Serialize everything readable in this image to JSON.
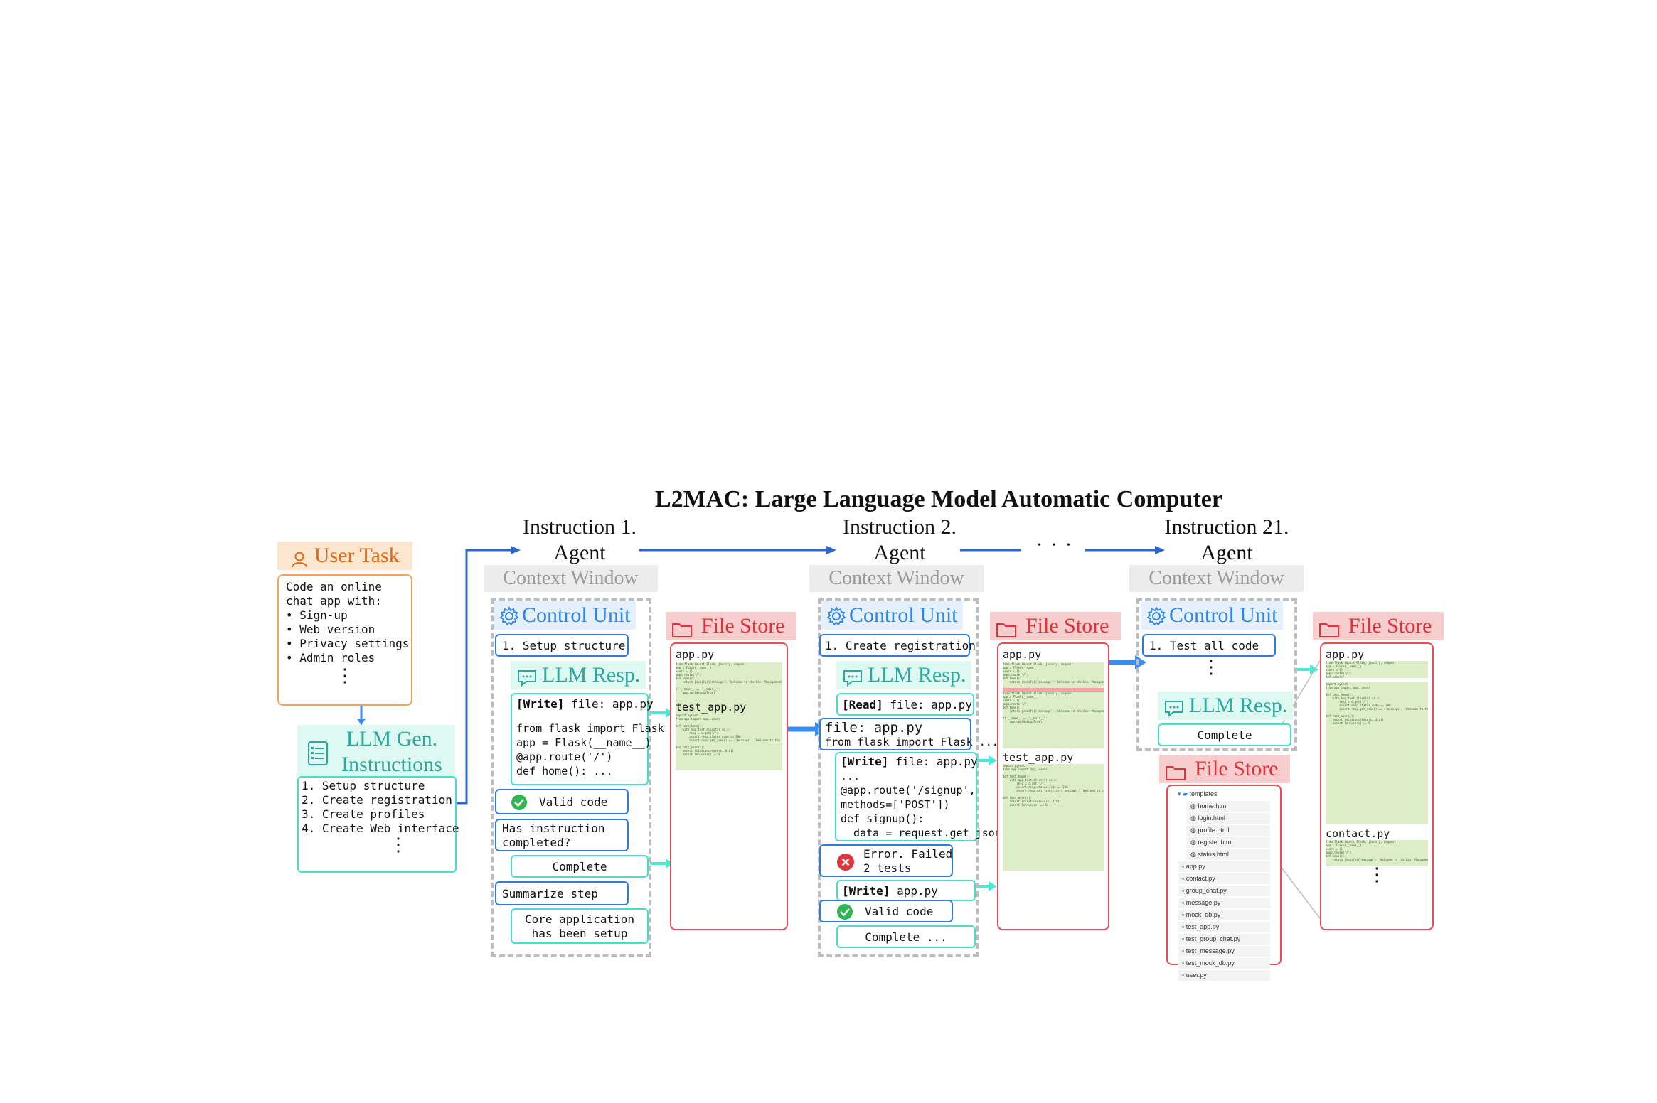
{
  "title": "L2MAC: Large Language Model Automatic Computer",
  "user_task": {
    "label": "User Task",
    "lines": [
      "Code an online",
      "chat app with:"
    ],
    "bullets": [
      "Sign-up",
      "Web version",
      "Privacy settings",
      "Admin roles"
    ]
  },
  "llm_gen": {
    "label_line1": "LLM Gen.",
    "label_line2": "Instructions",
    "items": [
      "1. Setup structure",
      "2. Create registration",
      "3. Create profiles",
      "4. Create Web interface"
    ]
  },
  "ellipsis": "⋮",
  "hdots": "• • •",
  "agent_word": "Agent",
  "context_window": "Context Window",
  "control_unit": "Control Unit",
  "llm_resp": "LLM Resp.",
  "file_store": "File Store",
  "col1": {
    "header": "Instruction 1.",
    "instruction": "1. Setup structure",
    "write_cmd": "[Write]",
    "write_file": " file: app.py",
    "code": [
      "from flask import Flask",
      "app = Flask(__name__)",
      "@app.route('/')",
      "def home(): ..."
    ],
    "valid": "Valid code",
    "question": [
      "Has instruction",
      "completed?"
    ],
    "complete": "Complete",
    "summarize": "Summarize step",
    "summary": [
      "Core application",
      "has been setup"
    ],
    "files": [
      "app.py",
      "test_app.py"
    ]
  },
  "col2": {
    "header": "Instruction 2.",
    "instruction": "1. Create registration",
    "read_cmd": "[Read]",
    "read_file": " file: app.py",
    "file_view": [
      "file: app.py",
      "from flask import Flask ..."
    ],
    "write_cmd": "[Write]",
    "write_file": " file: app.py",
    "code": [
      "...",
      "@app.route('/signup',",
      "methods=['POST'])",
      "def signup():",
      "  data = request.get_json()",
      "  ..."
    ],
    "error": [
      "Error. Failed",
      "2 tests"
    ],
    "write2_cmd": "[Write]",
    "write2_file": " app.py",
    "valid": "Valid code",
    "complete": "Complete ...",
    "files": [
      "app.py",
      "test_app.py"
    ]
  },
  "col3": {
    "header": "Instruction 21.",
    "instruction": "1. Test all code",
    "complete": "Complete",
    "files": [
      "app.py",
      "contact.py"
    ],
    "tree_folder": "templates",
    "tree_templates": [
      "home.html",
      "login.html",
      "profile.html",
      "register.html",
      "status.html"
    ],
    "tree_files": [
      "app.py",
      "contact.py",
      "group_chat.py",
      "message.py",
      "mock_db.py",
      "test_app.py",
      "test_group_chat.py",
      "test_message.py",
      "test_mock_db.py",
      "user.py"
    ]
  },
  "code_snippet": "from flask import Flask, jsonify, request\napp = Flask(__name__)\nusers = {}\n@app.route('/')\ndef home():\n    return jsonify({'message': 'Welcome to the User Management System'}), 200\n\nif __name__ == '__main__':\n    app.run(debug=True)",
  "test_snippet": "import pytest\nfrom app import app, users\n\ndef test_home():\n    with app.test_client() as c:\n        resp = c.get('/')\n        assert resp.status_code == 200\n        assert resp.get_json() == {'message': 'Welcome to the User Management System'}\n\ndef test_users():\n    assert isinstance(users, dict)\n    assert len(users) == 0",
  "colors": {
    "orange": "#e56a12",
    "blue": "#2f86e4",
    "cyan": "#2aa99c",
    "red": "#e0343c",
    "arrow_blue": "#3a8ef0",
    "arrow_cyan": "#4de8d4",
    "code_green": "#dcedc8"
  }
}
